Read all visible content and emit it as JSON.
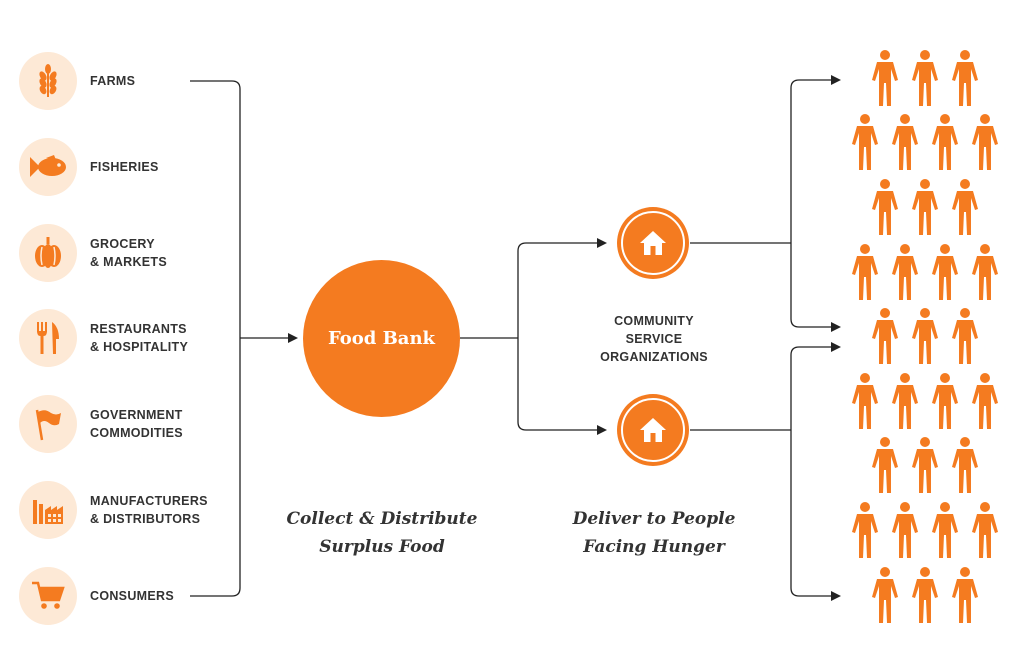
{
  "colors": {
    "accent": "#f47b20",
    "accent_light": "#fde9d6",
    "text": "#333333",
    "line": "#222222"
  },
  "sources": [
    {
      "icon": "wheat-icon",
      "lines": [
        "FARMS"
      ]
    },
    {
      "icon": "fish-icon",
      "lines": [
        "FISHERIES"
      ]
    },
    {
      "icon": "pumpkin-icon",
      "lines": [
        "GROCERY",
        "& MARKETS"
      ]
    },
    {
      "icon": "fork-knife-icon",
      "lines": [
        "RESTAURANTS",
        "& HOSPITALITY"
      ]
    },
    {
      "icon": "flag-icon",
      "lines": [
        "GOVERNMENT",
        "COMMODITIES"
      ]
    },
    {
      "icon": "factory-icon",
      "lines": [
        "MANUFACTURERS",
        "& DISTRIBUTORS"
      ]
    },
    {
      "icon": "shopping-cart-icon",
      "lines": [
        "CONSUMERS"
      ]
    }
  ],
  "food_bank": {
    "label": "Food Bank"
  },
  "organizations": {
    "icon": "house-icon",
    "count": 2,
    "label_lines": [
      "COMMUNITY",
      "SERVICE",
      "ORGANIZATIONS"
    ]
  },
  "captions": {
    "collect": [
      "Collect & Distribute",
      "Surplus Food"
    ],
    "deliver": [
      "Deliver to People",
      "Facing Hunger"
    ]
  },
  "people": {
    "icon": "person-icon",
    "row_counts": [
      3,
      4,
      3,
      4,
      3,
      4,
      3,
      4,
      3
    ]
  }
}
